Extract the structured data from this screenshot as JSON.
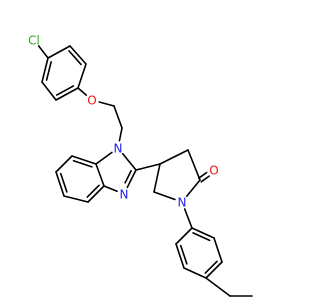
{
  "molecule": {
    "atoms": [
      {
        "id": "cl",
        "symbol": "Cl",
        "color": "#33aa22"
      },
      {
        "id": "o_ether",
        "symbol": "O",
        "color": "#ee1111"
      },
      {
        "id": "n1",
        "symbol": "N",
        "color": "#2222ee"
      },
      {
        "id": "n3",
        "symbol": "N",
        "color": "#2222ee"
      },
      {
        "id": "n_lactam",
        "symbol": "N",
        "color": "#2222ee"
      },
      {
        "id": "o_carbonyl",
        "symbol": "O",
        "color": "#ee1111"
      }
    ],
    "bond_color": "#000000",
    "background": "#ffffff"
  }
}
